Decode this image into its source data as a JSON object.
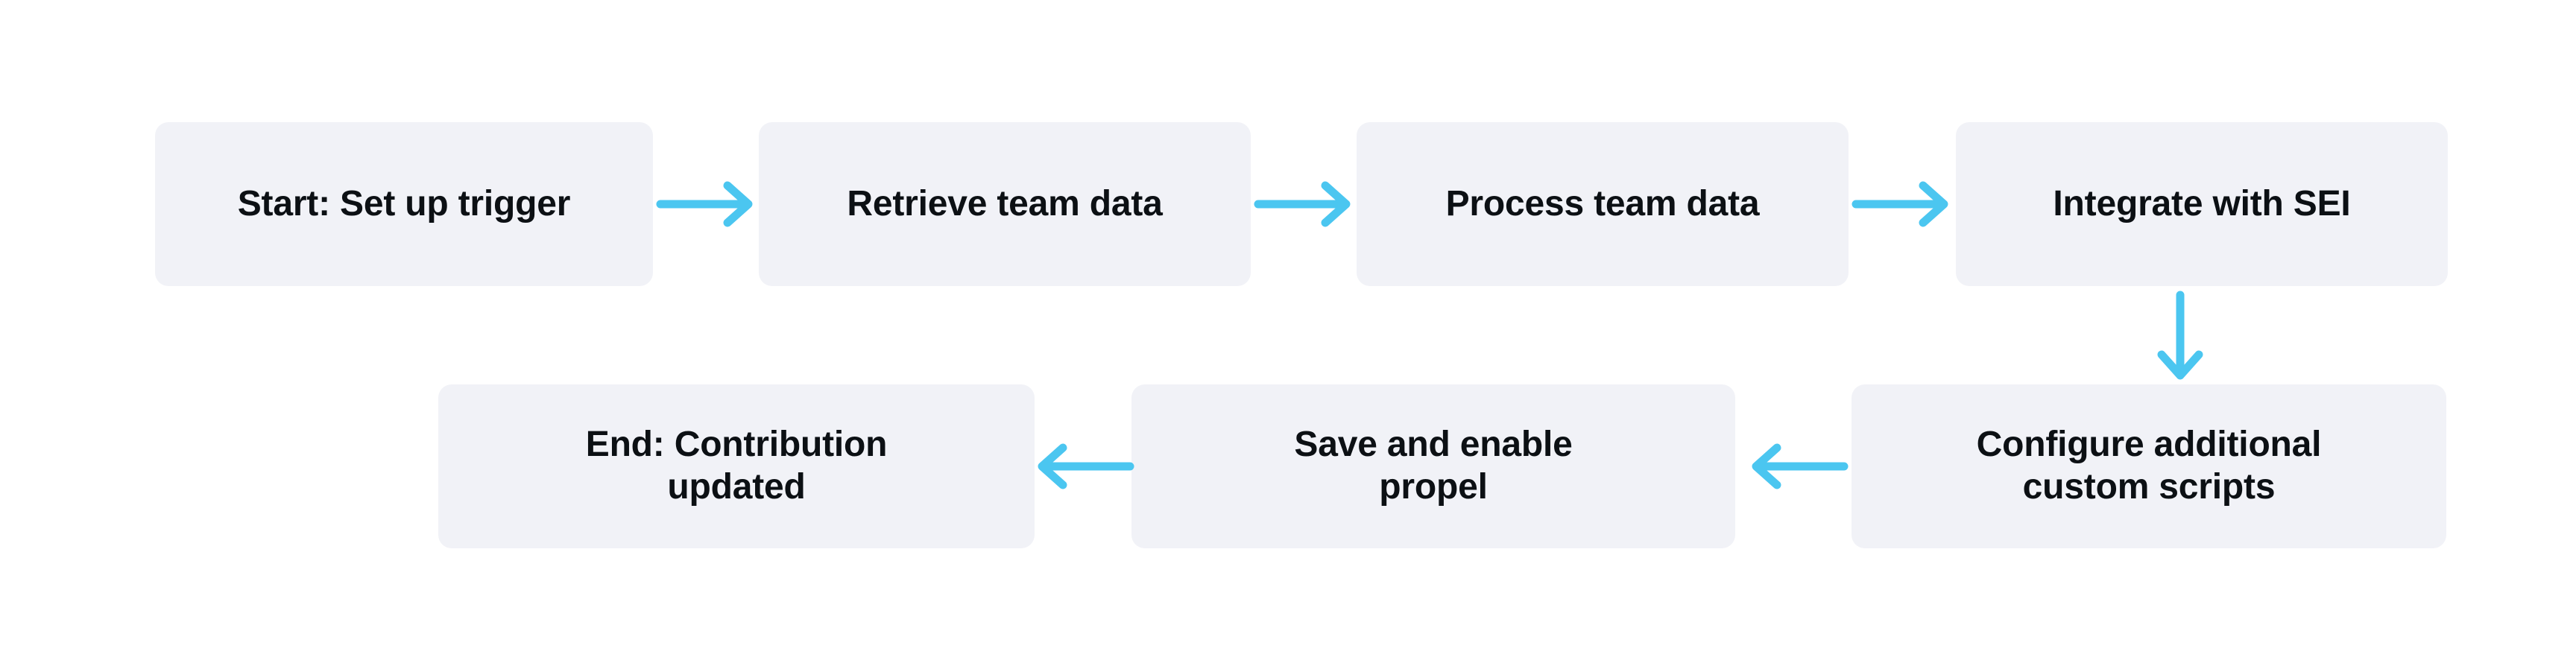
{
  "diagram": {
    "type": "flowchart",
    "orientation": "snake-horizontal",
    "background_color": "#FFFFFF",
    "node_fill_color": "#F1F2F7",
    "node_text_color": "#0C1014",
    "connector_color": "#4BC6F0",
    "nodes": [
      {
        "id": "start",
        "label": "Start: Set up trigger",
        "row": 1,
        "order": 1
      },
      {
        "id": "retrieve",
        "label": "Retrieve team data",
        "row": 1,
        "order": 2
      },
      {
        "id": "process",
        "label": "Process team data",
        "row": 1,
        "order": 3
      },
      {
        "id": "integrate",
        "label": "Integrate with SEI",
        "row": 1,
        "order": 4
      },
      {
        "id": "configure",
        "label": "Configure additional\ncustom scripts",
        "row": 2,
        "order": 5
      },
      {
        "id": "save",
        "label": "Save and enable\npropel",
        "row": 2,
        "order": 6
      },
      {
        "id": "end",
        "label": "End: Contribution\nupdated",
        "row": 2,
        "order": 7
      }
    ],
    "edges": [
      {
        "id": "e1",
        "from": "start",
        "to": "retrieve",
        "direction": "right"
      },
      {
        "id": "e2",
        "from": "retrieve",
        "to": "process",
        "direction": "right"
      },
      {
        "id": "e3",
        "from": "process",
        "to": "integrate",
        "direction": "right"
      },
      {
        "id": "e4",
        "from": "integrate",
        "to": "configure",
        "direction": "down"
      },
      {
        "id": "e5",
        "from": "configure",
        "to": "save",
        "direction": "left"
      },
      {
        "id": "e6",
        "from": "save",
        "to": "end",
        "direction": "left"
      }
    ]
  }
}
